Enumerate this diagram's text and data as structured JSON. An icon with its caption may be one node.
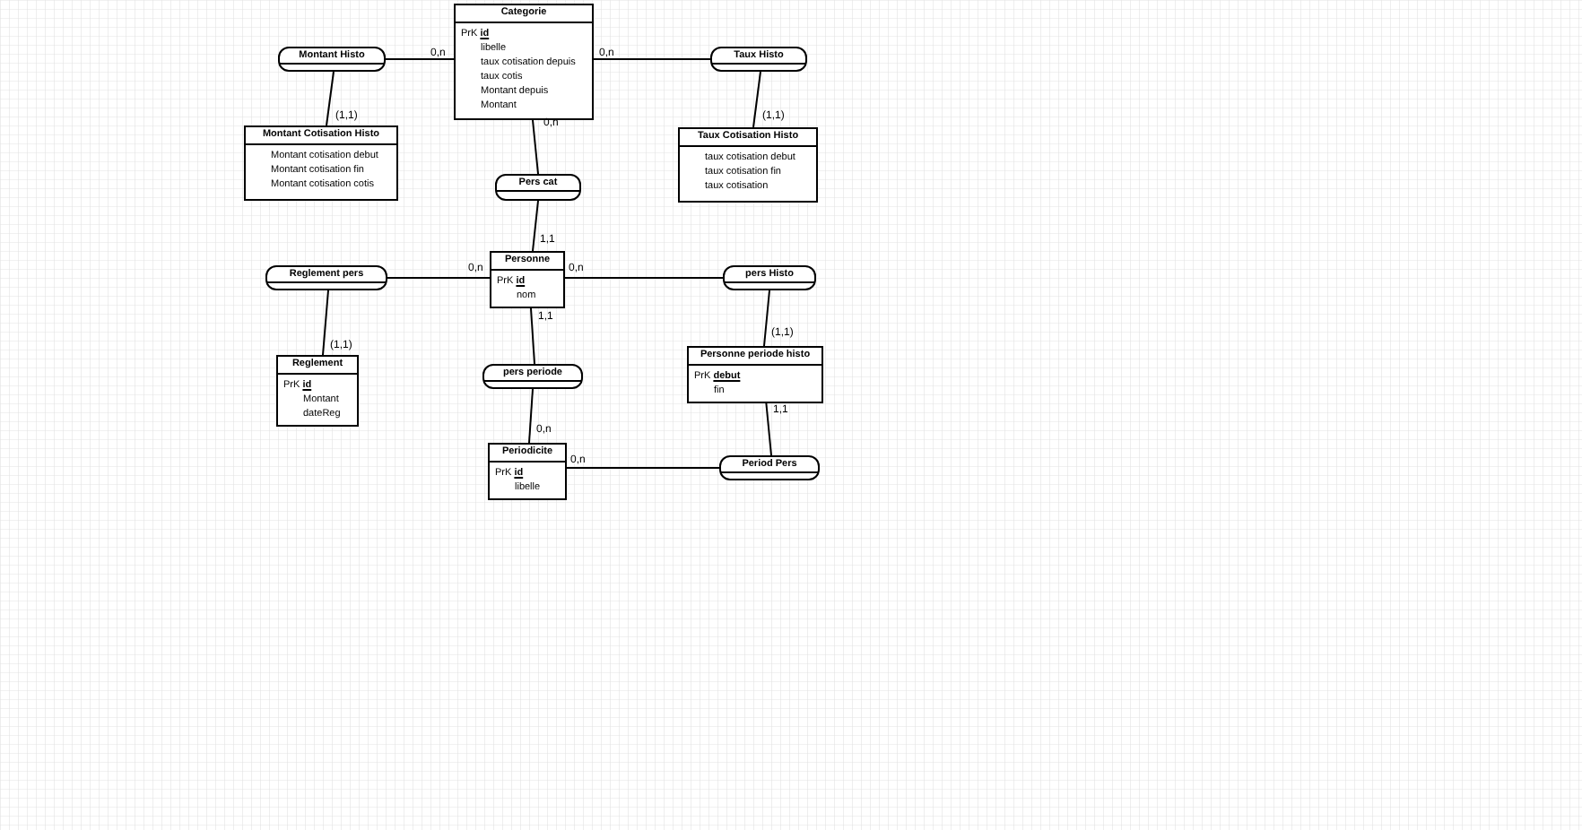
{
  "diagram": {
    "nodes": [
      {
        "text": [
          "Categorie",
          "PrK id",
          "libelle",
          "taux cotisation depuis",
          "taux cotis",
          "Montant depuis",
          "Montant"
        ]
      },
      {
        "text": [
          "Montant Histo"
        ]
      },
      {
        "text": [
          "Taux Histo"
        ]
      },
      {
        "text": [
          "Montant Cotisation Histo",
          "Montant cotisation debut",
          "Montant cotisation fin",
          "Montant cotisation cotis"
        ]
      },
      {
        "text": [
          "Taux Cotisation Histo",
          "taux cotisation debut",
          "taux cotisation fin",
          "taux cotisation"
        ]
      },
      {
        "text": [
          "Pers cat"
        ]
      },
      {
        "text": [
          "Reglement pers"
        ]
      },
      {
        "text": [
          "Personne",
          "PrK id",
          "nom"
        ]
      },
      {
        "text": [
          "pers Histo"
        ]
      },
      {
        "text": [
          "Reglement",
          "PrK id",
          "Montant",
          "dateReg"
        ]
      },
      {
        "text": [
          "pers periode"
        ]
      },
      {
        "text": [
          "Personne periode histo",
          "PrK debut",
          "fin"
        ]
      },
      {
        "text": [
          "Periodicite",
          "PrK id",
          "libelle"
        ]
      },
      {
        "text": [
          "Period Pers"
        ]
      }
    ],
    "edges": [
      {
        "from": 1,
        "to": 0,
        "arrow": "none",
        "label": "0,n"
      },
      {
        "from": 1,
        "to": 3,
        "arrow": "none",
        "label": "(1,1)"
      },
      {
        "from": 2,
        "to": 0,
        "arrow": "none",
        "label": "0,n"
      },
      {
        "from": 2,
        "to": 4,
        "arrow": "none",
        "label": "(1,1)"
      },
      {
        "from": 5,
        "to": 0,
        "arrow": "none",
        "label": "0,n"
      },
      {
        "from": 5,
        "to": 7,
        "arrow": "none",
        "label": "1,1"
      },
      {
        "from": 6,
        "to": 7,
        "arrow": "none",
        "label": "0,n"
      },
      {
        "from": 6,
        "to": 9,
        "arrow": "none",
        "label": "(1,1)"
      },
      {
        "from": 8,
        "to": 7,
        "arrow": "none",
        "label": "0,n"
      },
      {
        "from": 8,
        "to": 11,
        "arrow": "none",
        "label": "(1,1)"
      },
      {
        "from": 10,
        "to": 7,
        "arrow": "none",
        "label": "1,1"
      },
      {
        "from": 10,
        "to": 12,
        "arrow": "none",
        "label": "0,n"
      },
      {
        "from": 13,
        "to": 12,
        "arrow": "none",
        "label": "0,n"
      },
      {
        "from": 13,
        "to": 11,
        "arrow": "none",
        "label": "1,1"
      }
    ]
  }
}
